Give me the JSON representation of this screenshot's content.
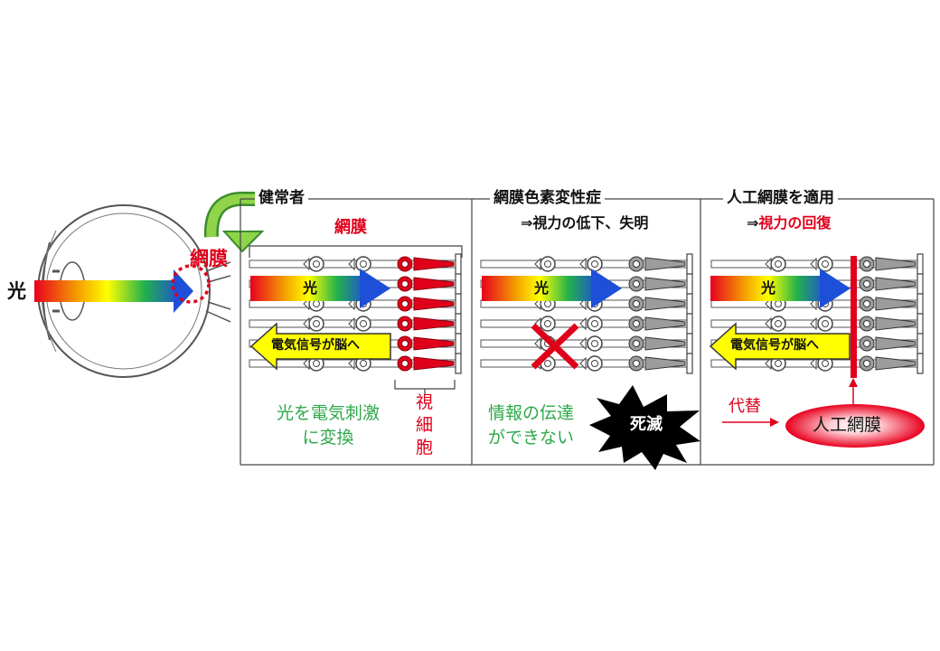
{
  "eye": {
    "light_label": "光",
    "retina_label": "網膜"
  },
  "colors": {
    "red": "#e0001a",
    "green": "#2ea84a",
    "yellow": "#ffff00",
    "gray_cell": "#9c9c9c",
    "gradient": [
      "#e8001e",
      "#f5a100",
      "#ffff00",
      "#22b14c",
      "#1e4fd8"
    ]
  },
  "panels": [
    {
      "title": "健常者",
      "retina_label": "網膜",
      "light_label": "光",
      "signal_label": "電気信号が脳へ",
      "caption_lines": [
        "光を電気刺激",
        "に変換"
      ],
      "cell_label_chars": [
        "視",
        "細",
        "胞"
      ]
    },
    {
      "title": "網膜色素変性症",
      "result_prefix": "⇒",
      "result_text": "視力の低下、失明",
      "light_label": "光",
      "caption_lines": [
        "情報の伝達",
        "ができない"
      ],
      "burst_label": "死滅"
    },
    {
      "title": "人工網膜を適用",
      "result_prefix": "⇒",
      "result_text": "視力の回復",
      "light_label": "光",
      "signal_label": "電気信号が脳へ",
      "substitute_label": "代替",
      "implant_label": "人工網膜"
    }
  ]
}
